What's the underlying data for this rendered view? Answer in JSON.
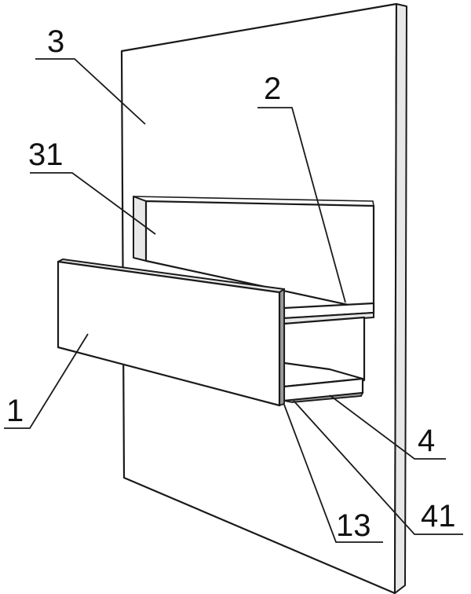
{
  "labels": {
    "part_1": "1",
    "part_2": "2",
    "part_3": "3",
    "part_4": "4",
    "part_13": "13",
    "part_31": "31",
    "part_41": "41"
  }
}
